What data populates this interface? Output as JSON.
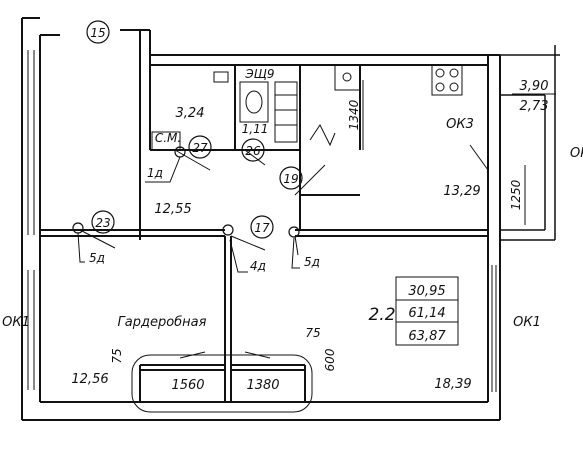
{
  "markers": [
    {
      "id": "m15",
      "text": "15"
    },
    {
      "id": "m27",
      "text": "27"
    },
    {
      "id": "m26",
      "text": "26"
    },
    {
      "id": "m19",
      "text": "19"
    },
    {
      "id": "m23",
      "text": "23"
    },
    {
      "id": "m17",
      "text": "17"
    }
  ],
  "areas": {
    "wc": "3,24",
    "bath": "1,11",
    "kitchen": "13,29",
    "hall": "12,55",
    "room_left": "12,56",
    "room_right": "18,39",
    "balcony_total": "3,90",
    "balcony_reduced": "2,73"
  },
  "labels": {
    "sm": "С.М.",
    "esh": "ЭЩ9",
    "ok3": "ОК3",
    "ok1_left": "ОК1",
    "ok1_right": "ОК1",
    "ok_edge": "ОК",
    "wardrobe": "Гардеробная"
  },
  "doors": {
    "d1": "1д",
    "d4": "4д",
    "d5_left": "5д",
    "d5_right": "5д"
  },
  "dimensions": {
    "d1340": "1340",
    "d1250": "1250",
    "d75_left": "75",
    "d75_right": "75",
    "d600": "600",
    "d1560": "1560",
    "d1380": "1380"
  },
  "summary": {
    "type": "2.2",
    "living": "30,95",
    "total": "61,14",
    "with_balcony": "63,87"
  }
}
